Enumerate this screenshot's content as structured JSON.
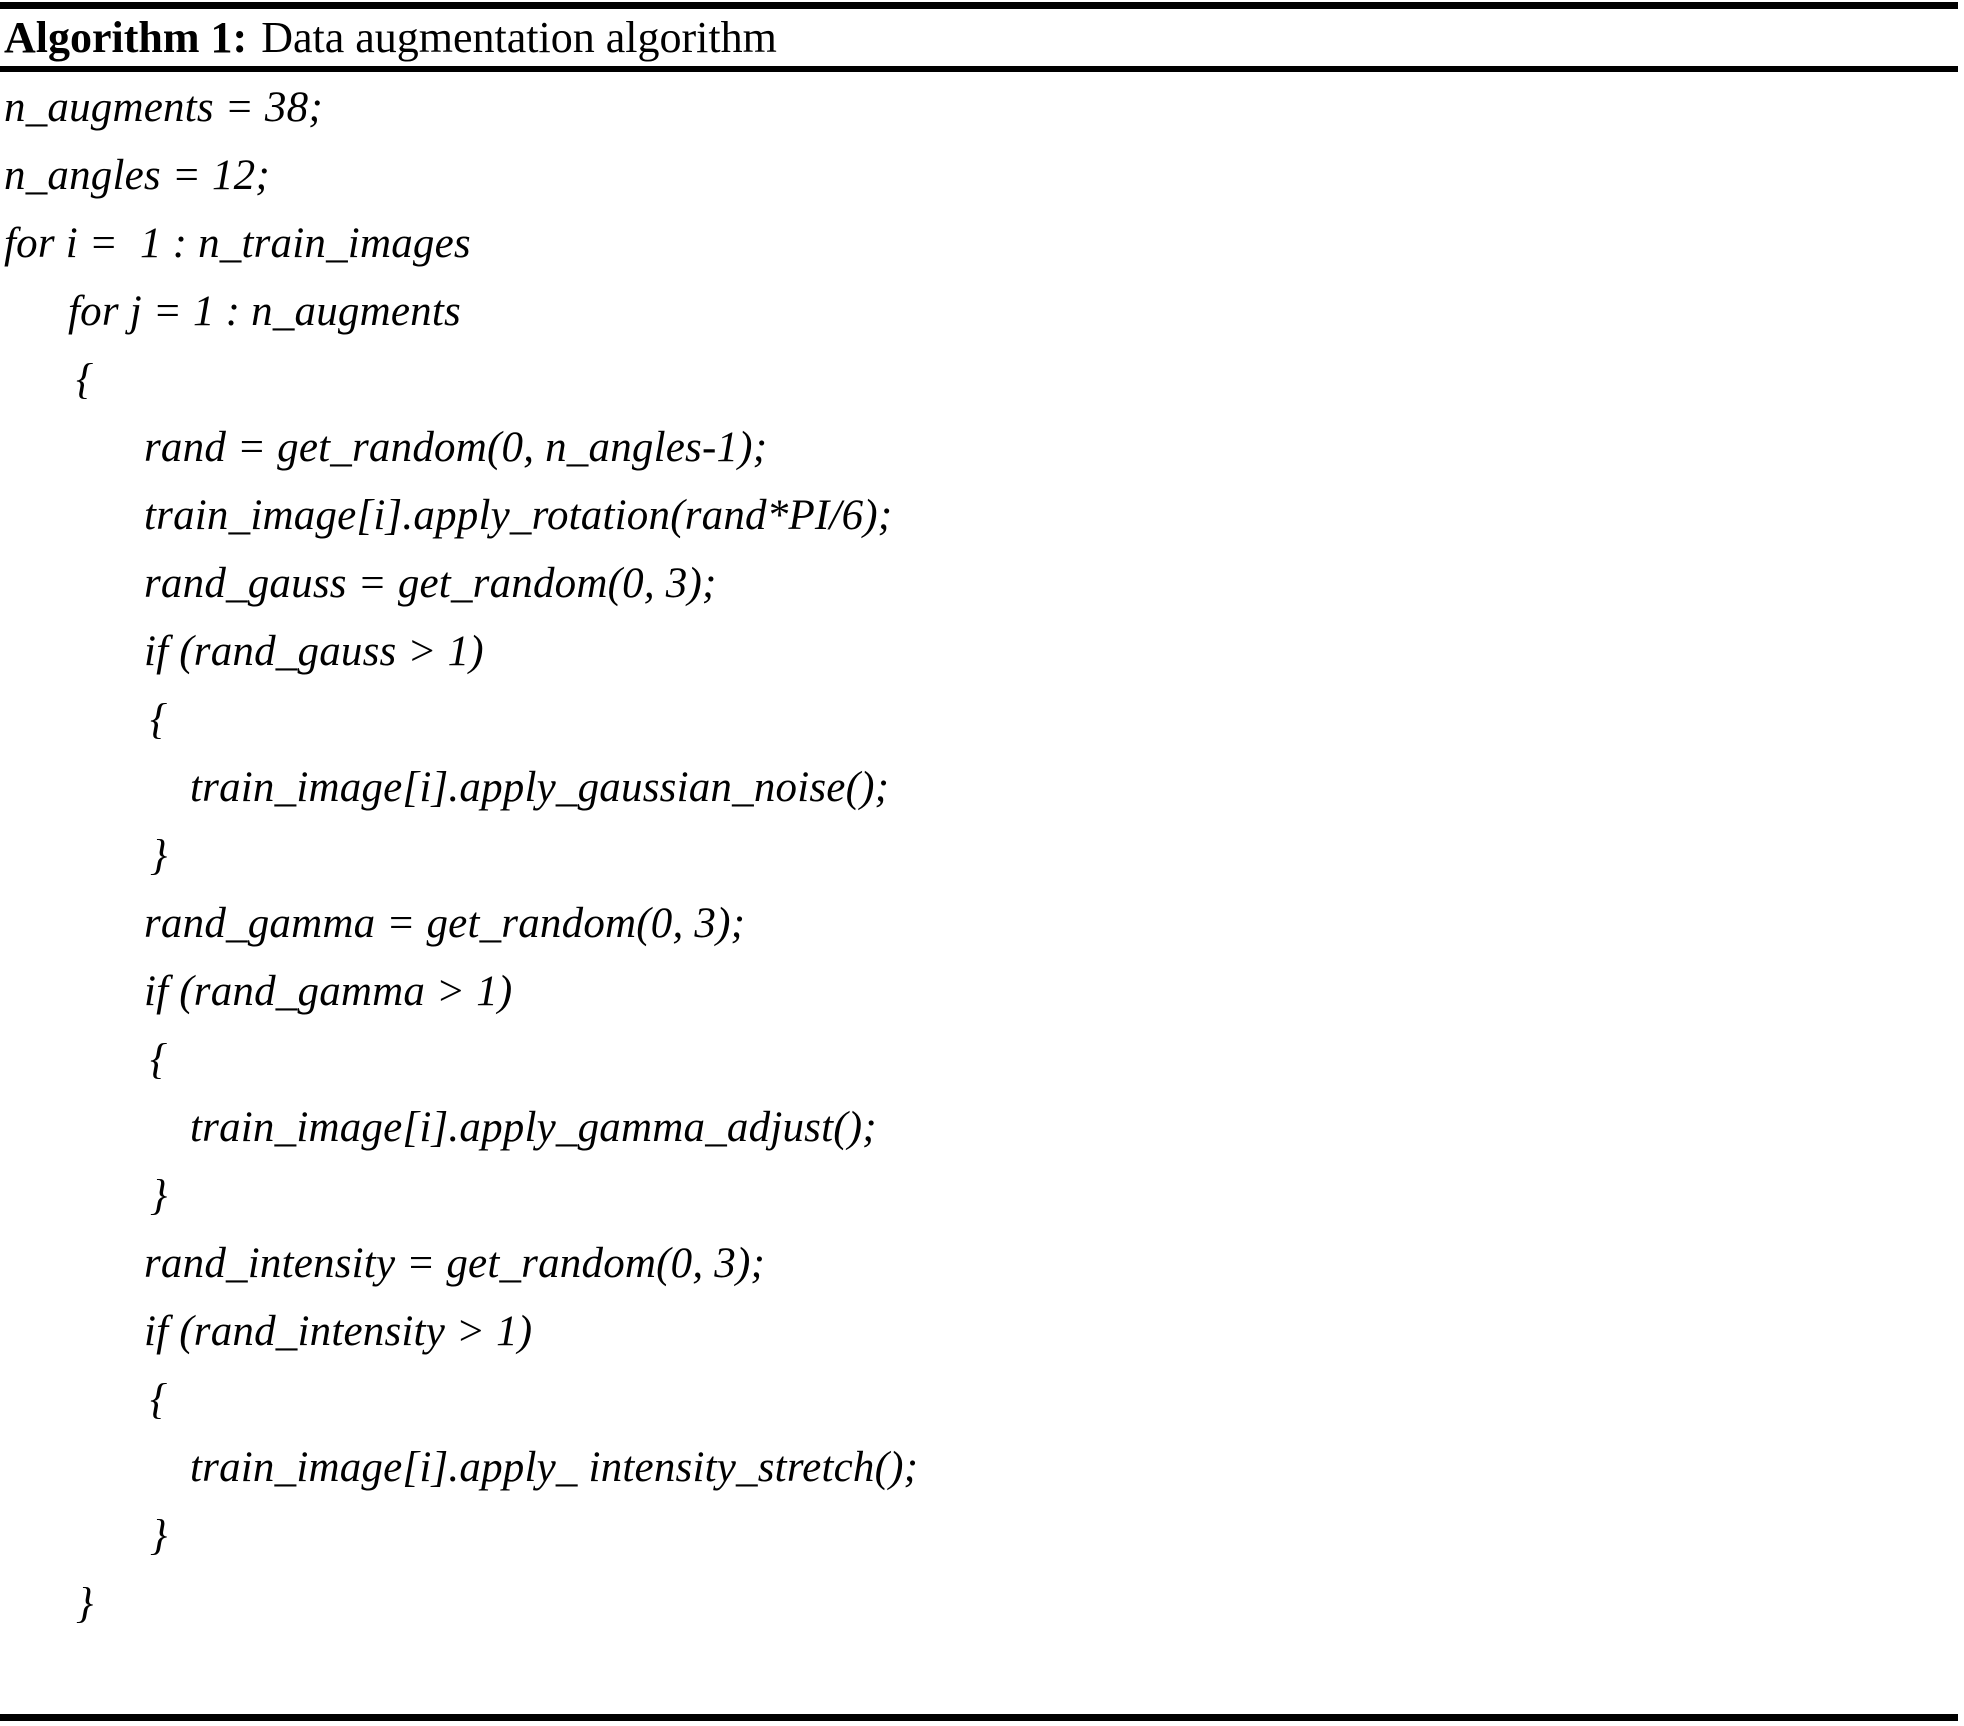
{
  "algorithm": {
    "label": "Algorithm 1:",
    "title": "Data augmentation algorithm",
    "rules": {
      "top": true,
      "under_title": true,
      "bottom": true
    },
    "lines": [
      {
        "indent": 0,
        "text": "n_augments = 38;"
      },
      {
        "indent": 0,
        "text": "n_angles = 12;"
      },
      {
        "indent": 0,
        "text": "for i =  1 : n_train_images"
      },
      {
        "indent": 1,
        "text": "for j = 1 : n_augments"
      },
      {
        "indent": 2,
        "text": "{"
      },
      {
        "indent": 3,
        "text": "rand = get_random(0, n_angles-1);"
      },
      {
        "indent": 3,
        "text": "train_image[i].apply_rotation(rand*PI/6);"
      },
      {
        "indent": 3,
        "text": "rand_gauss = get_random(0, 3);"
      },
      {
        "indent": 3,
        "text": "if (rand_gauss > 1)"
      },
      {
        "indent": 4,
        "text": "{"
      },
      {
        "indent": 5,
        "text": "train_image[i].apply_gaussian_noise();"
      },
      {
        "indent": 4,
        "text": "}"
      },
      {
        "indent": 3,
        "text": "rand_gamma = get_random(0, 3);"
      },
      {
        "indent": 3,
        "text": "if (rand_gamma > 1)"
      },
      {
        "indent": 4,
        "text": "{"
      },
      {
        "indent": 5,
        "text": "train_image[i].apply_gamma_adjust();"
      },
      {
        "indent": 4,
        "text": "}"
      },
      {
        "indent": 3,
        "text": "rand_intensity = get_random(0, 3);"
      },
      {
        "indent": 3,
        "text": "if (rand_intensity > 1)"
      },
      {
        "indent": 4,
        "text": "{"
      },
      {
        "indent": 5,
        "text": "train_image[i].apply_ intensity_stretch();"
      },
      {
        "indent": 4,
        "text": "}"
      },
      {
        "indent": 2,
        "text": "}"
      }
    ],
    "colors": {
      "text": "#000000",
      "background": "#ffffff",
      "rule": "#000000"
    }
  }
}
